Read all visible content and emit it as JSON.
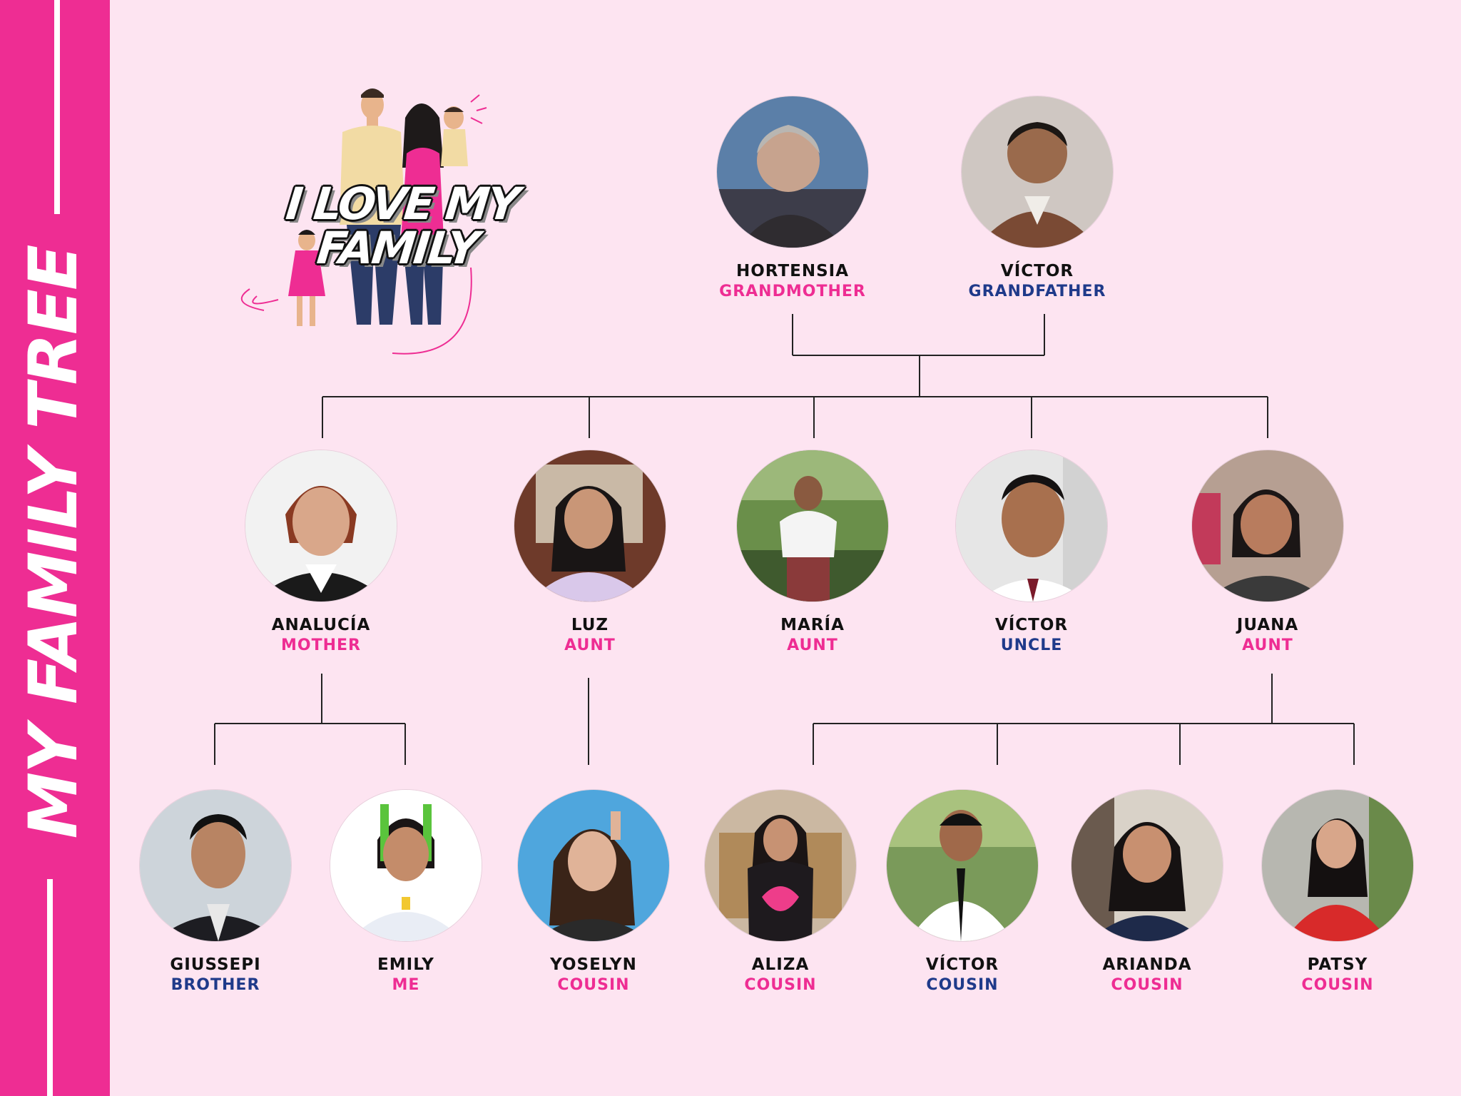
{
  "sidebar": {
    "title": "MY FAMILY TREE"
  },
  "hero": {
    "title": "I LOVE MY FAMILY"
  },
  "colors": {
    "accent_pink": "#ee2d93",
    "accent_navy": "#1f3a8a",
    "background": "#fde4f1"
  },
  "members": [
    {
      "name": "HORTENSIA",
      "role": "GRANDMOTHER",
      "role_color": "pink",
      "photo": "grandmother-photo"
    },
    {
      "name": "VÍCTOR",
      "role": "GRANDFATHER",
      "role_color": "navy",
      "photo": "grandfather-photo"
    },
    {
      "name": "ANALUCÍA",
      "role": "MOTHER",
      "role_color": "pink",
      "photo": "mother-photo"
    },
    {
      "name": "LUZ",
      "role": "AUNT",
      "role_color": "pink",
      "photo": "aunt-photo"
    },
    {
      "name": "MARÍA",
      "role": "AUNT",
      "role_color": "pink",
      "photo": "aunt-photo"
    },
    {
      "name": "VÍCTOR",
      "role": "UNCLE",
      "role_color": "navy",
      "photo": "uncle-photo"
    },
    {
      "name": "JUANA",
      "role": "AUNT",
      "role_color": "pink",
      "photo": "aunt-photo"
    },
    {
      "name": "GIUSSEPI",
      "role": "BROTHER",
      "role_color": "navy",
      "photo": "brother-photo"
    },
    {
      "name": "EMILY",
      "role": "ME",
      "role_color": "pink",
      "photo": "me-photo"
    },
    {
      "name": "YOSELYN",
      "role": "COUSIN",
      "role_color": "pink",
      "photo": "cousin-photo"
    },
    {
      "name": "ALIZA",
      "role": "COUSIN",
      "role_color": "pink",
      "photo": "cousin-photo"
    },
    {
      "name": "VÍCTOR",
      "role": "COUSIN",
      "role_color": "navy",
      "photo": "cousin-photo"
    },
    {
      "name": "ARIANDA",
      "role": "COUSIN",
      "role_color": "pink",
      "photo": "cousin-photo"
    },
    {
      "name": "PATSY",
      "role": "COUSIN",
      "role_color": "pink",
      "photo": "cousin-photo"
    }
  ]
}
